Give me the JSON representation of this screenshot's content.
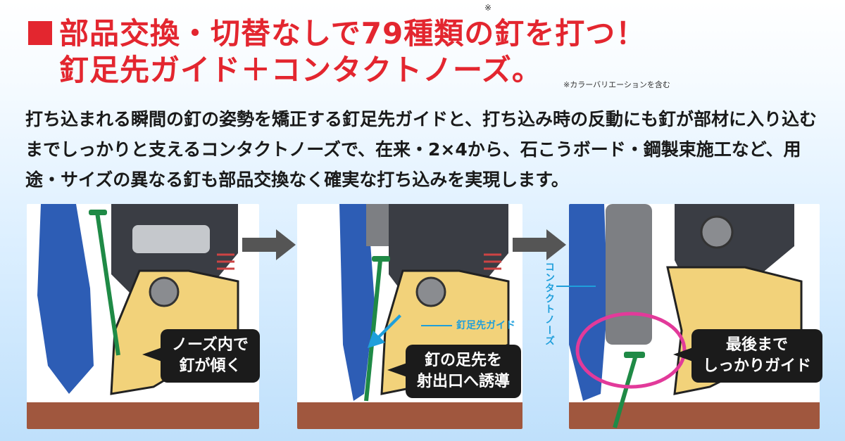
{
  "title": {
    "line1": "部品交換・切替なしで79種類の釘を打つ！",
    "asterisk": "※",
    "line2": "釘足先ガイド＋コンタクトノーズ。",
    "note": "※カラーバリエーションを含む"
  },
  "body": {
    "text": "打ち込まれる瞬間の釘の姿勢を矯正する釘足先ガイドと、打ち込み時の反動にも釘が部材に入り込むまでしっかりと支えるコンタクトノーズで、在来・2×4から、石こうボード・鋼製束施工など、用途・サイズの異なる釘も部品交換なく確実な打ち込みを実現します。"
  },
  "panels": {
    "p1": {
      "callout_l1": "ノーズ内で",
      "callout_l2": "釘が傾く"
    },
    "p2": {
      "callout_l1": "釘の足先を",
      "callout_l2": "射出口へ誘導",
      "label": "釘足先ガイド"
    },
    "p3": {
      "callout_l1": "最後まで",
      "callout_l2": "しっかりガイド",
      "label": "コンタクトノーズ"
    }
  },
  "colors": {
    "title_red": "#e3262f",
    "accent_blue": "#1f9fdb",
    "nail_green": "#1f8a46",
    "highlight_magenta": "#e23a9a",
    "guide_yellow": "#f2d27a"
  }
}
